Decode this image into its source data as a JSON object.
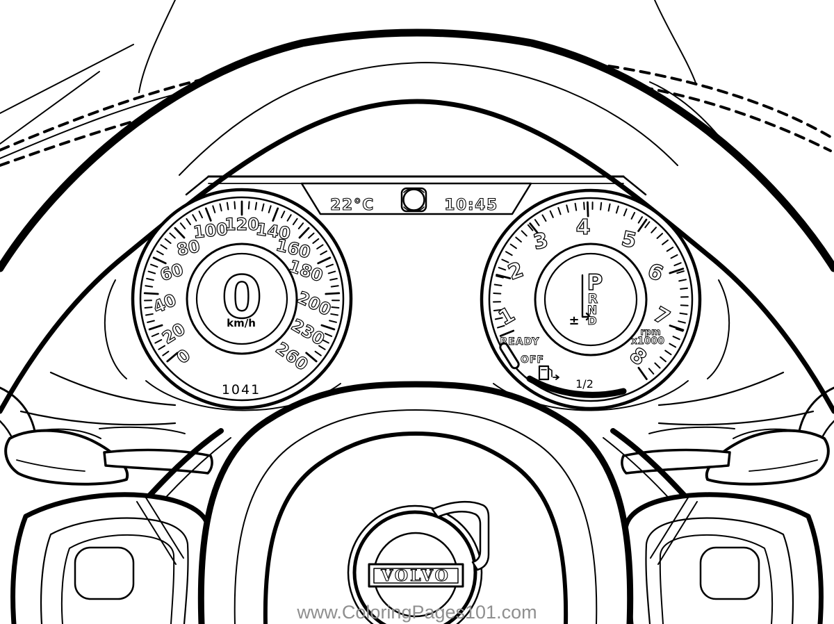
{
  "colors": {
    "background": "#ffffff",
    "line": "#000000",
    "footer_text": "#8f8f8f"
  },
  "footer": {
    "url": "www.ColoringPages101.com"
  },
  "info_bar": {
    "temperature": "22°C",
    "time": "10:45",
    "icon": "camera-sensor-icon"
  },
  "speedometer": {
    "tick_labels": [
      "0",
      "20",
      "40",
      "60",
      "80",
      "100",
      "120",
      "140",
      "160",
      "180",
      "200",
      "230",
      "260"
    ],
    "value": "0",
    "unit": "km/h",
    "odometer": "1041"
  },
  "tachometer": {
    "tick_labels": [
      "1",
      "2",
      "3",
      "4",
      "5",
      "6",
      "7",
      "8"
    ],
    "scale_caption_line1": "rpm",
    "scale_caption_line2": "x1000",
    "gear_positions": [
      "P",
      "R",
      "N",
      "D"
    ],
    "manual_shift_symbol": "±",
    "status_ready": "READY",
    "status_off": "OFF",
    "fuel_level": "1/2",
    "fuel_icon": "fuel-pump-icon"
  },
  "steering_wheel": {
    "brand": "VOLVO",
    "emblem_icon": "volvo-iron-mark-icon"
  }
}
